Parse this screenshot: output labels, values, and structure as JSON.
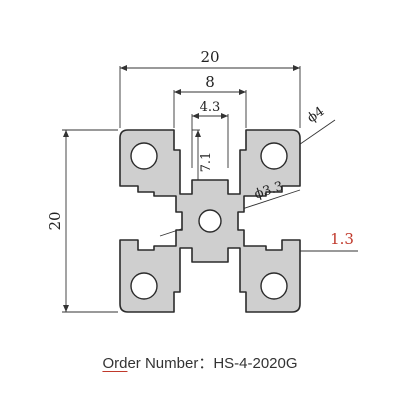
{
  "drawing": {
    "dim_width": "20",
    "dim_height": "20",
    "dim_slot_outer": "8",
    "dim_slot_inner": "4.3",
    "dim_slot_depth": "7.1",
    "dim_hole_corner": "ϕ4",
    "dim_hole_center": "ϕ3.3",
    "dim_wall": "1.3",
    "accent_color": "#c0392b",
    "profile_fill": "#cfcfcf"
  },
  "caption": {
    "order_prefix": "Ord",
    "order_rest": "er Number：",
    "order_value": "HS-4-2020G"
  }
}
